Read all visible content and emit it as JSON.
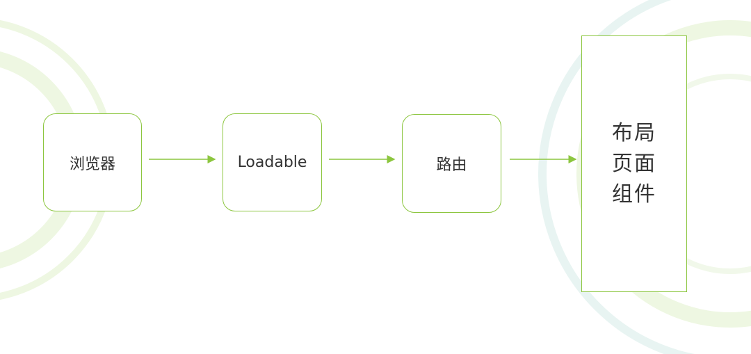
{
  "colors": {
    "accent": "#8cc63f",
    "text": "#333333",
    "background": "#ffffff"
  },
  "nodes": [
    {
      "label": "浏览器"
    },
    {
      "label": "Loadable"
    },
    {
      "label": "路由"
    }
  ],
  "final_node": {
    "lines": [
      "布局",
      "页面",
      "组件"
    ]
  }
}
